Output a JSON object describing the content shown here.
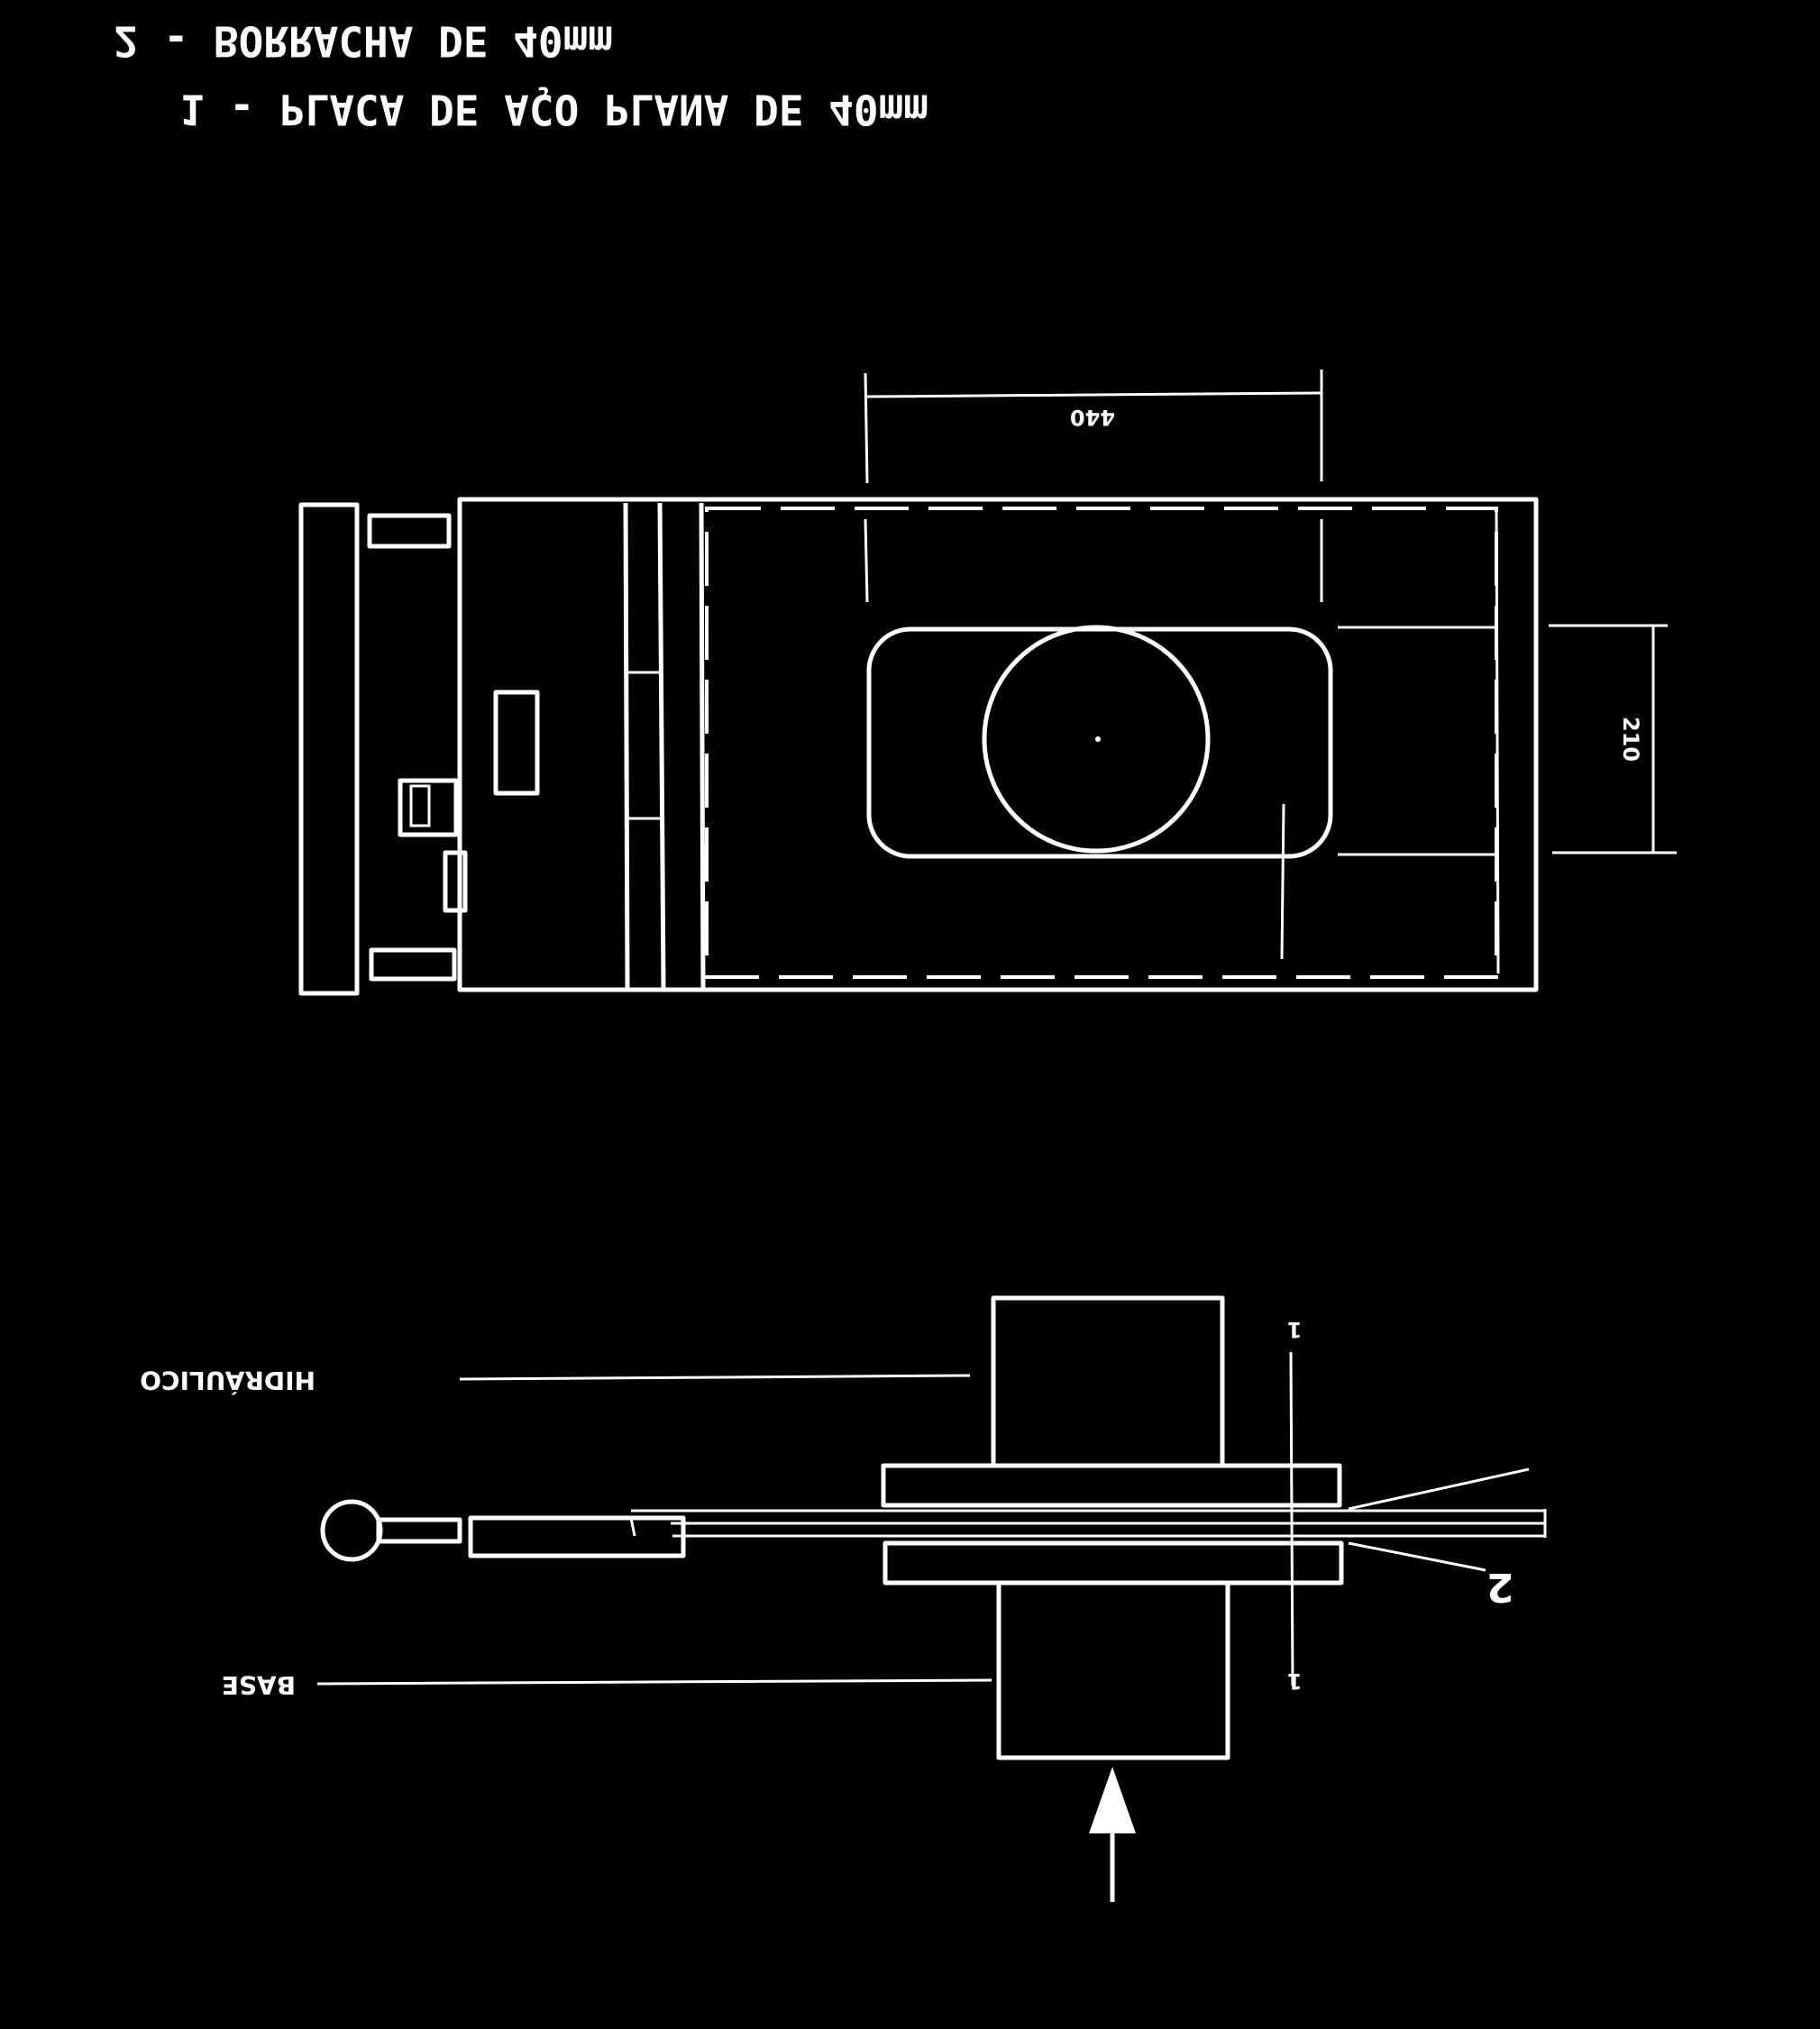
{
  "legend": {
    "item2": "2 - BORRACHA DE 40mm",
    "item1": "1 - PLACA DE AÇO PLANA DE 40mm"
  },
  "top_view": {
    "dim_width": "440",
    "dim_height": "210"
  },
  "side_view": {
    "label_hidraulico": "HIDRÁULICO",
    "label_base": "BASE",
    "callout_1": "1",
    "callout_2": "2"
  },
  "colors": {
    "background": "#000000",
    "line": "#ffffff"
  }
}
